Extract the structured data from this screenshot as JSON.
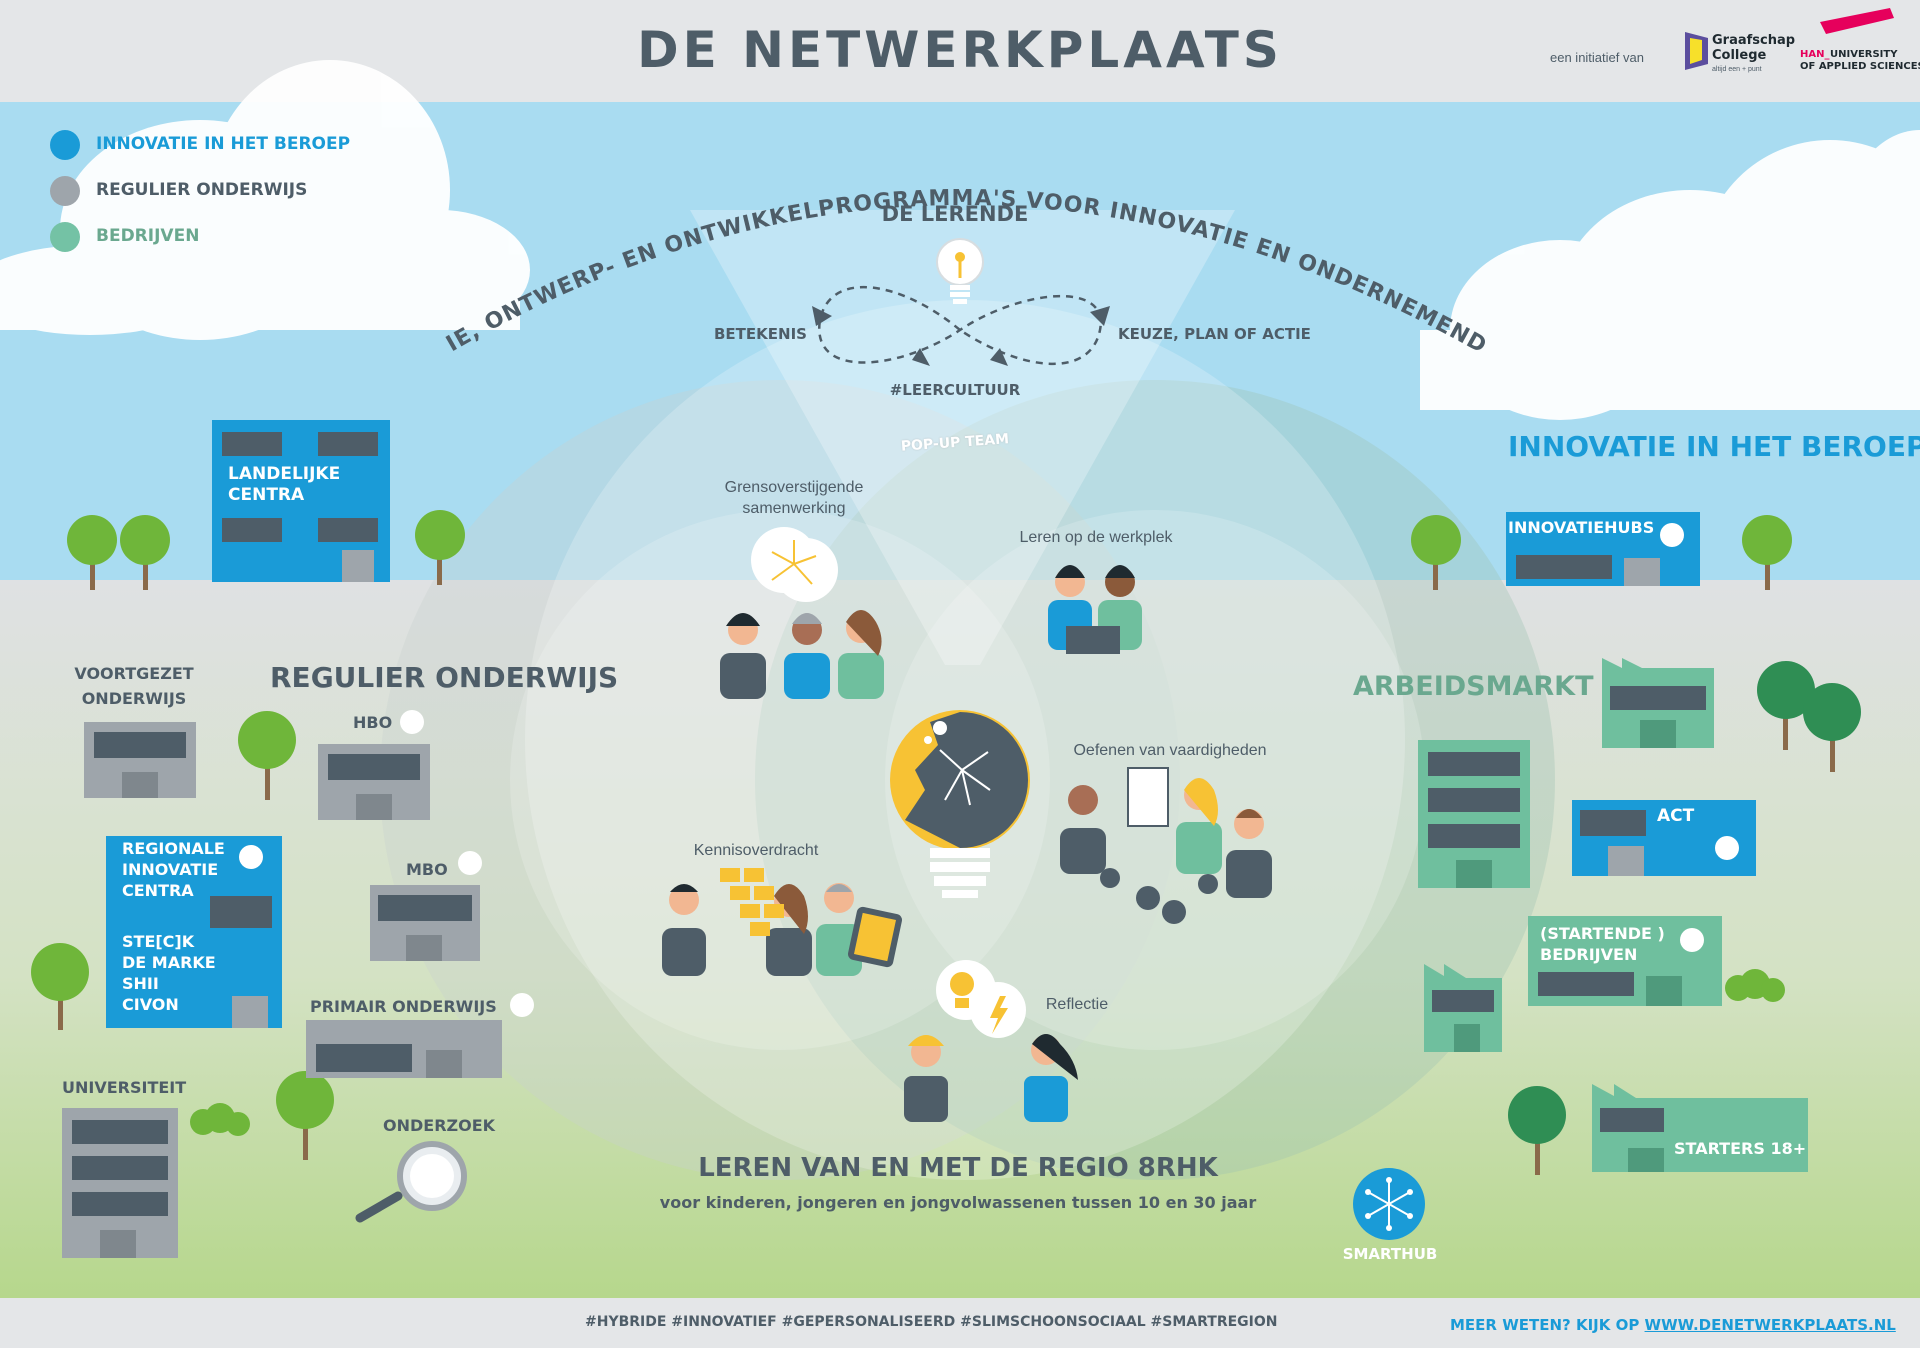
{
  "header": {
    "title": "DE NETWERKPLAATS",
    "initiative_label": "een initiatief van",
    "partner1_name_line1": "Graafschap",
    "partner1_name_line2": "College",
    "partner1_tagline": "altijd een + punt",
    "partner2_prefix": "HAN_",
    "partner2_name_line1": "UNIVERSITY",
    "partner2_name_line2": "OF APPLIED SCIENCES"
  },
  "legend": [
    {
      "label": "INNOVATIE IN HET BEROEP",
      "color": "#1a9bd7"
    },
    {
      "label": "REGULIER ONDERWIJS",
      "color": "#9ea5ab"
    },
    {
      "label": "BEDRIJVEN",
      "color": "#74c2a5"
    }
  ],
  "arc_text": "INSPIRATIE, ONTWERP- EN ONTWIKKELPROGRAMMA'S VOOR INNOVATIE EN ONDERNEMEND GEDRAG",
  "center": {
    "learner": "DE LERENDE",
    "meaning": "BETEKENIS",
    "choice": "KEUZE, PLAN OF ACTIE",
    "culture": "#LEERCULTUUR",
    "popup": "POP-UP TEAM",
    "collab_line1": "Grensoverstijgende",
    "collab_line2": "samenwerking",
    "workplace": "Leren op de werkplek",
    "skills": "Oefenen van vaardigheden",
    "knowledge": "Kennisoverdracht",
    "reflection": "Reflectie",
    "main_title": "LEREN VAN EN MET DE REGIO 8RHK",
    "subtitle": "voor kinderen, jongeren en jongvolwassenen tussen 10 en 30 jaar"
  },
  "left": {
    "section_title": "REGULIER ONDERWIJS",
    "national_line1": "LANDELIJKE",
    "national_line2": "CENTRA",
    "secondary_line1": "VOORTGEZET",
    "secondary_line2": "ONDERWIJS",
    "hbo": "HBO",
    "mbo": "MBO",
    "primary": "PRIMAIR  ONDERWIJS",
    "regional_line1": "REGIONALE",
    "regional_line2": "INNOVATIE",
    "regional_line3": "CENTRA",
    "regional_items": [
      "STE[C]K",
      "DE MARKE",
      "SHII",
      "CIVON"
    ],
    "university": "UNIVERSITEIT",
    "research": "ONDERZOEK"
  },
  "right": {
    "section_title": "INNOVATIE IN HET BEROEP",
    "hubs": "INNOVATIEHUBS",
    "market": "ARBEIDSMARKT",
    "act": "ACT",
    "startups_line1": "(STARTENDE )",
    "startups_line2": "BEDRIJVEN",
    "starters": "STARTERS 18+",
    "smarthub": "SMARTHUB"
  },
  "footer": {
    "hashtags": "#HYBRIDE  #INNOVATIEF  #GEPERSONALISEERD  #SLIMSCHOONSOCIAAL  #SMARTREGION",
    "more_prefix": "MEER WETEN? KIJK OP ",
    "more_link": "WWW.DENETWERKPLAATS.NL"
  },
  "colors": {
    "sky": "#a9dcf1",
    "blue": "#1a9bd7",
    "dark": "#4e5d68",
    "green_building": "#6fbf9e",
    "grey_building": "#9ea5ab",
    "lamp_yellow": "#f7c234"
  }
}
